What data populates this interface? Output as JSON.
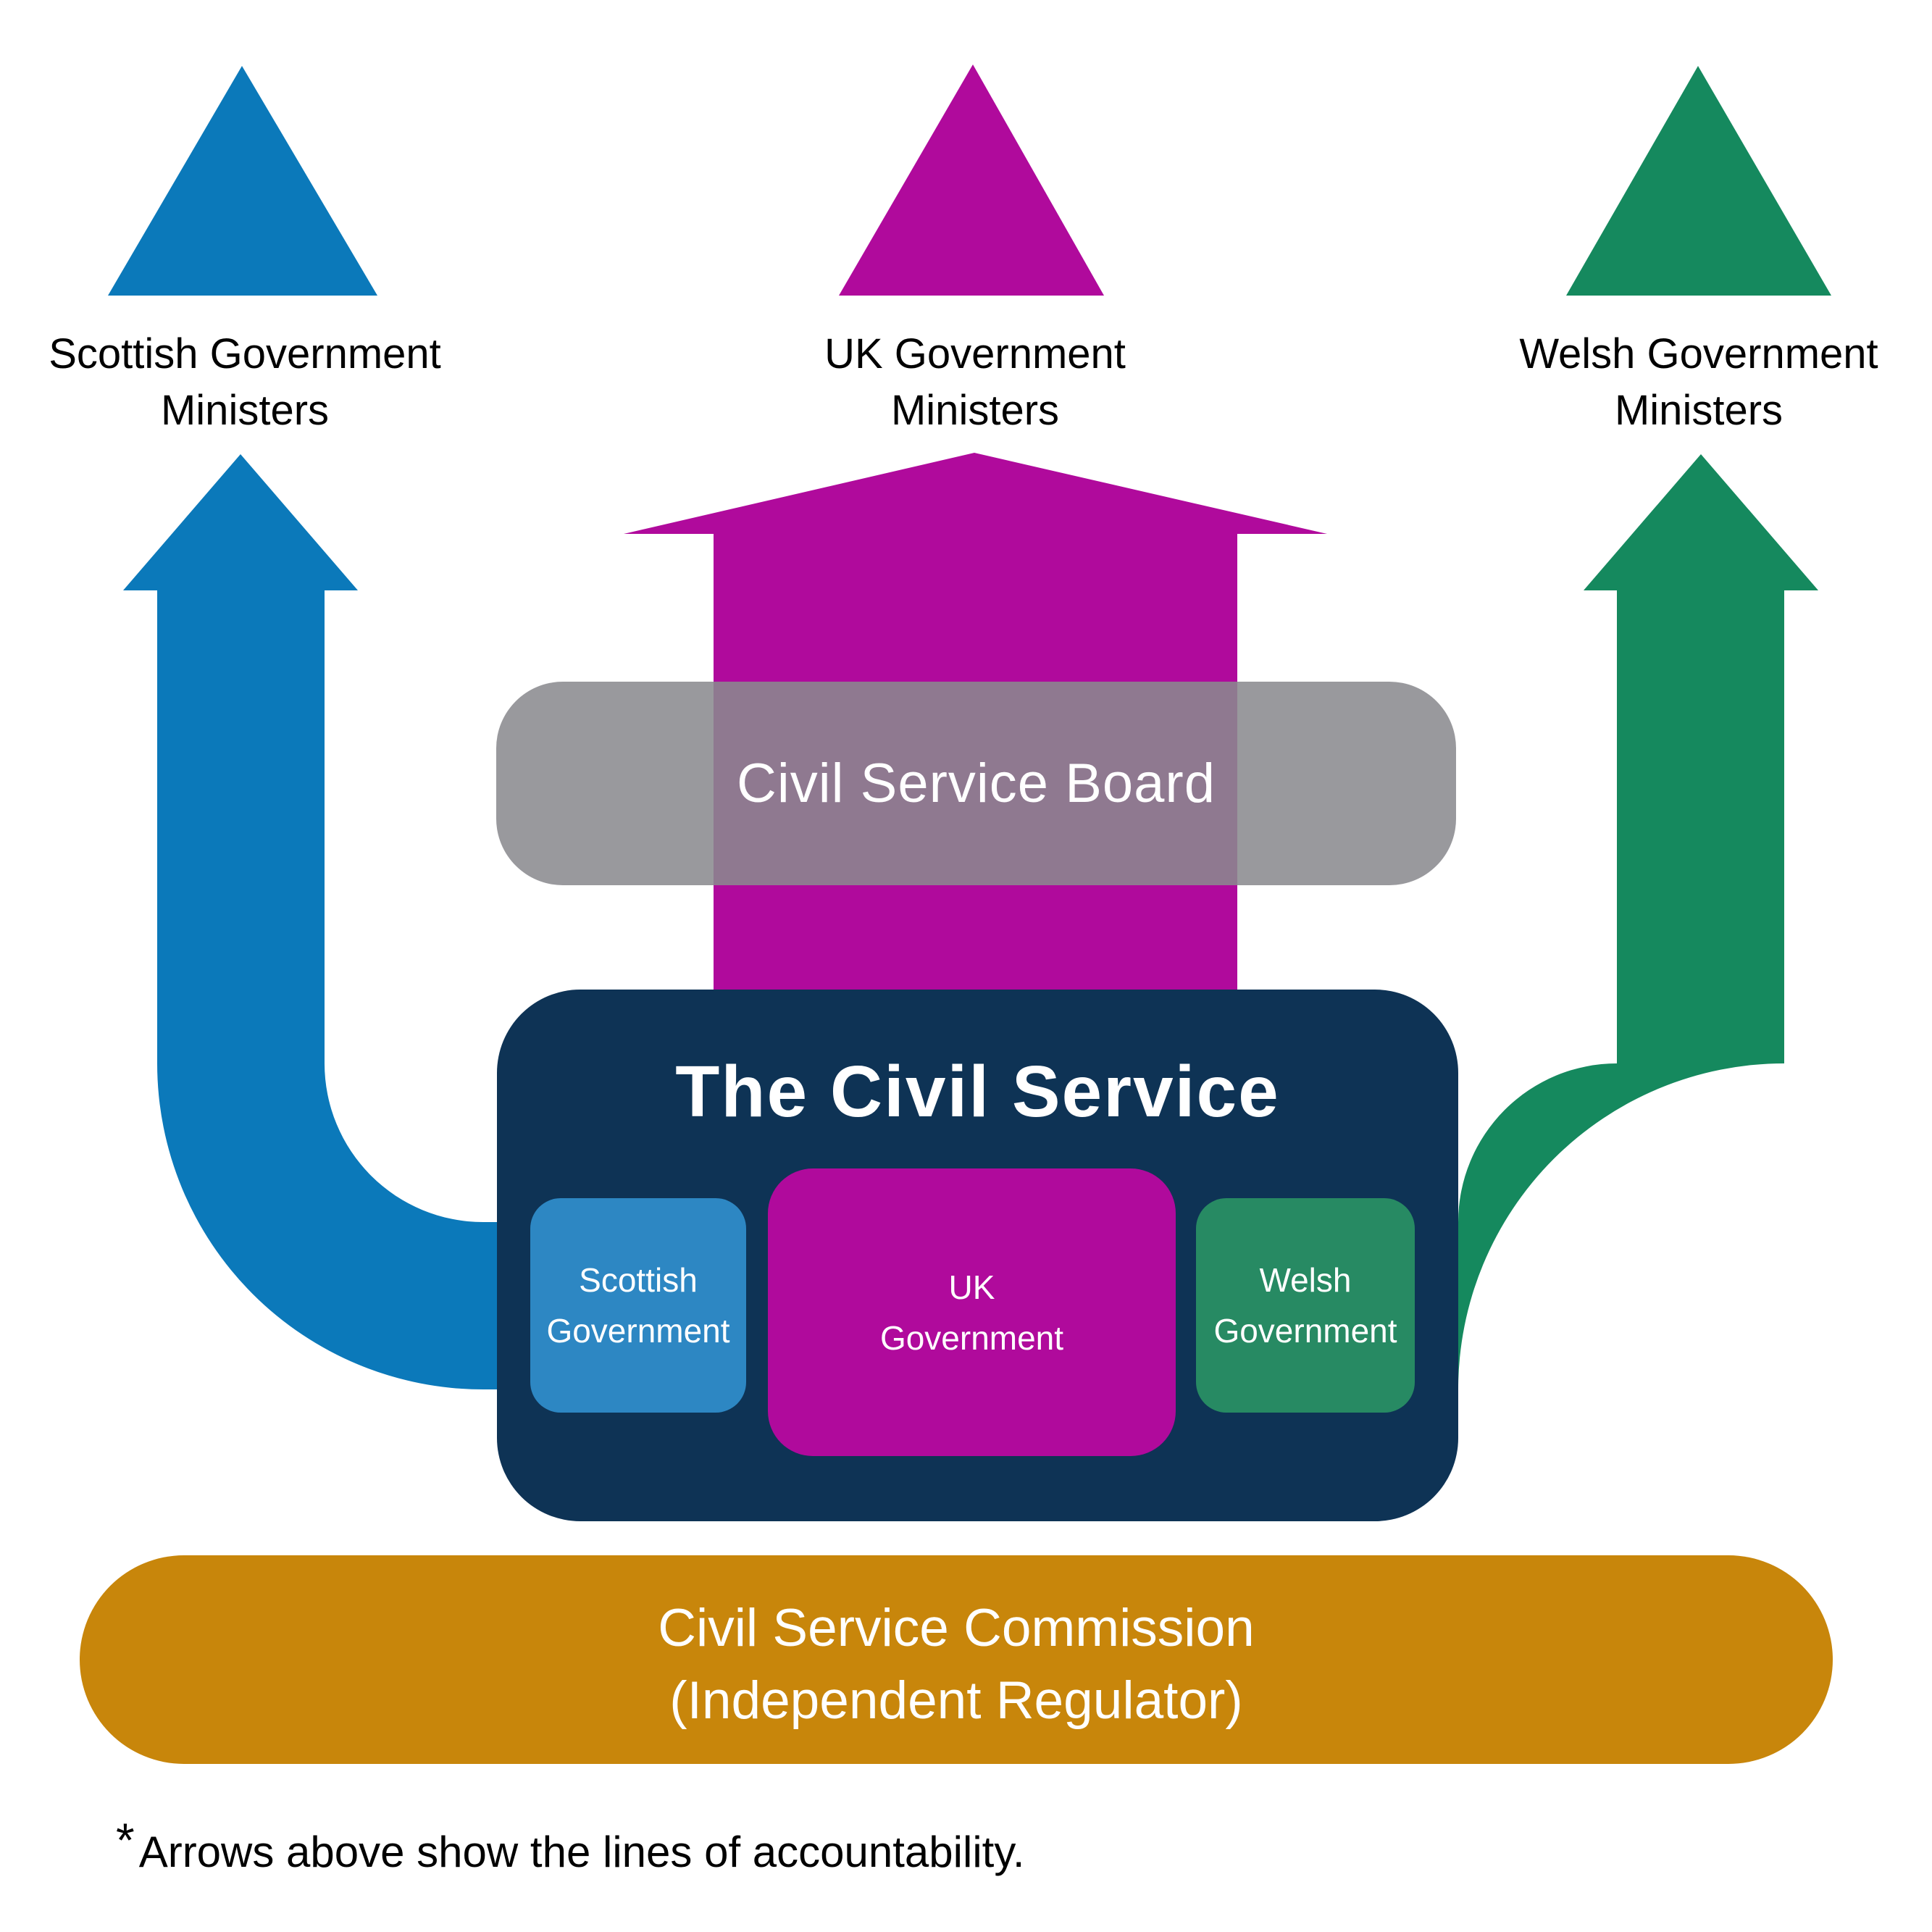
{
  "colors": {
    "blue": "#0b79ba",
    "blue_light": "#2d87c3",
    "magenta": "#b00a9c",
    "green": "#15895e",
    "green_light": "#278a63",
    "navy": "#0e3355",
    "board_fill": "rgba(138,138,142,0.87)",
    "gold": "#c8860b",
    "text_black": "#000000",
    "text_white": "#ffffff"
  },
  "ministers": [
    {
      "line1": "Scottish Government",
      "line2": "Ministers"
    },
    {
      "line1": "UK Government",
      "line2": "Ministers"
    },
    {
      "line1": "Welsh Government",
      "line2": "Ministers"
    }
  ],
  "board": {
    "label": "Civil Service Board"
  },
  "civil_service": {
    "title": "The Civil Service",
    "departments": [
      {
        "line1": "Scottish",
        "line2": "Government"
      },
      {
        "line1": "UK",
        "line2": "Government"
      },
      {
        "line1": "Welsh",
        "line2": "Government"
      }
    ]
  },
  "commission": {
    "line1": "Civil Service Commission",
    "line2": "(Independent Regulator)"
  },
  "footnote": {
    "marker": "*",
    "text": "Arrows above show the lines of accountability."
  }
}
